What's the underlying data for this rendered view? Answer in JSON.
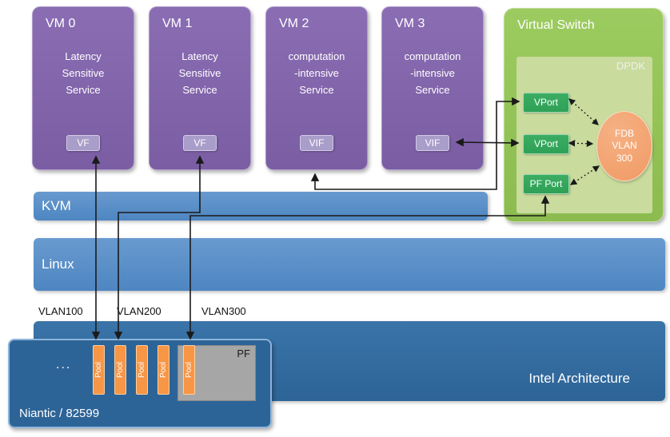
{
  "colors": {
    "vm-purple": "#7a5da3",
    "vm-purple-light": "#8a6db3",
    "badge-bg": "#a99dc9",
    "vswitch-green": "#8cbc4f",
    "vswitch-green-light": "#9ccb60",
    "dpdk-bg": "#c9db9d",
    "port-green": "#2ea157",
    "fdb-orange": "#f09a63",
    "band-blue": "#4e86c2",
    "band-blue-light": "#689ace",
    "dark-blue": "#2d6497",
    "dark-blue-light": "#3a74a8",
    "pool-orange": "#f79646",
    "pf-gray": "#a6a6a6",
    "arrow": "#1a1a1a"
  },
  "vms": [
    {
      "title": "VM 0",
      "service": "Latency\nSensitive\nService",
      "port": "VF"
    },
    {
      "title": "VM 1",
      "service": "Latency\nSensitive\nService",
      "port": "VF"
    },
    {
      "title": "VM 2",
      "service": "computation\n-intensive\nService",
      "port": "VIF"
    },
    {
      "title": "VM 3",
      "service": "computation\n-intensive\nService",
      "port": "VIF"
    }
  ],
  "vswitch": {
    "title": "Virtual Switch",
    "dpdk_label": "DPDK",
    "ports": [
      {
        "label": "VPort"
      },
      {
        "label": "VPort"
      },
      {
        "label": "PF Port"
      }
    ],
    "fdb_label": "FDB\nVLAN\n300"
  },
  "layers": {
    "kvm": "KVM",
    "linux": "Linux",
    "intel": "Intel Architecture"
  },
  "vlan_labels": [
    "VLAN100",
    "VLAN200",
    "VLAN300"
  ],
  "nic": {
    "title": "Niantic / 82599",
    "ellipsis": "...",
    "pool_labels": [
      "Pool",
      "Pool",
      "Pool",
      "Pool",
      "Pool"
    ],
    "pf_label": "PF"
  }
}
